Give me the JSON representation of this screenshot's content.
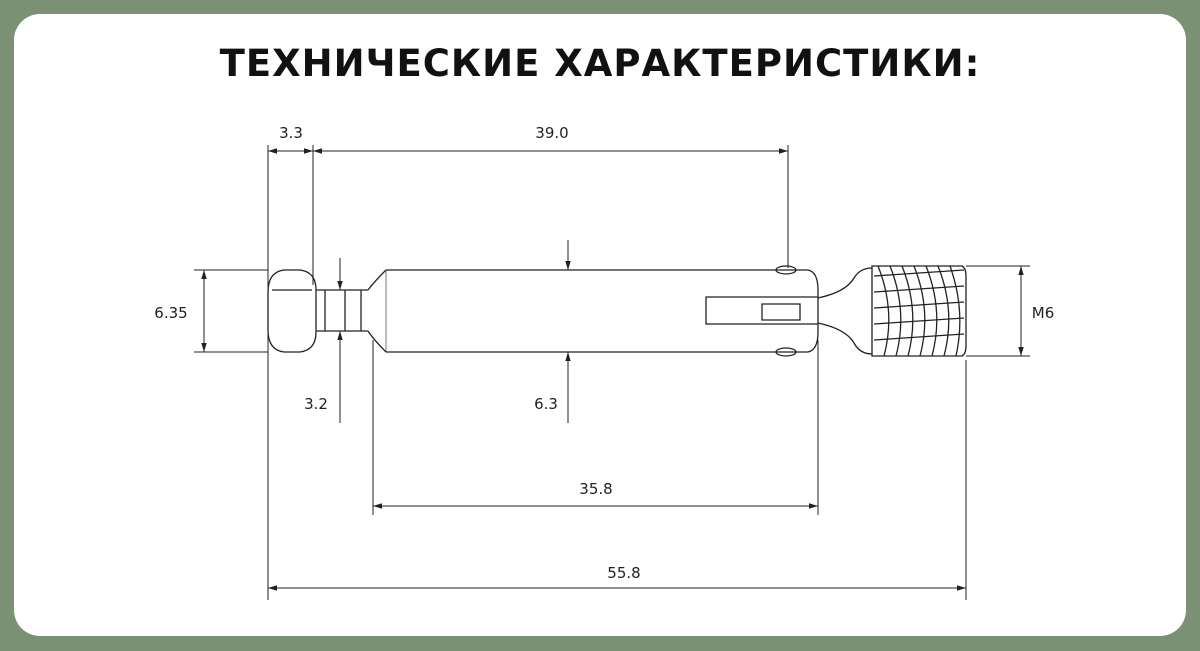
{
  "title": "ТЕХНИЧЕСКИЕ ХАРАКТЕРИСТИКИ:",
  "dimensions": {
    "head_length": "3.3",
    "length_to_slot": "39.0",
    "head_diameter": "6.35",
    "neck_diameter": "3.2",
    "body_diameter": "6.3",
    "thread": "M6",
    "body_length": "35.8",
    "total_length": "55.8"
  },
  "colors": {
    "frame": "#7a9174",
    "card": "#ffffff",
    "line": "#222222"
  }
}
